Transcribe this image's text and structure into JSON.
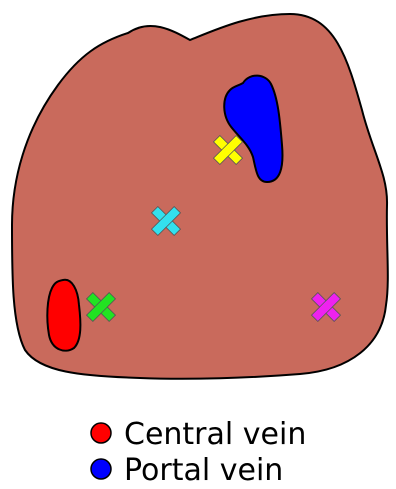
{
  "colors": {
    "tissue": "#c96a5c",
    "outline": "#000000",
    "central_vein": "#ff0000",
    "portal_vein": "#0000ff",
    "marker_yellow": "#ffff00",
    "marker_cyan": "#33e0ee",
    "marker_green": "#22e322",
    "marker_magenta": "#ee22ee"
  },
  "legend": [
    {
      "label": "Central vein",
      "color": "#ff0000"
    },
    {
      "label": "Portal vein",
      "color": "#0000ff"
    }
  ],
  "markers": [
    {
      "name": "yellow-x-marker",
      "color": "#ffff00"
    },
    {
      "name": "cyan-x-marker",
      "color": "#33e0ee"
    },
    {
      "name": "green-x-marker",
      "color": "#22e322"
    },
    {
      "name": "magenta-x-marker",
      "color": "#ee22ee"
    }
  ]
}
